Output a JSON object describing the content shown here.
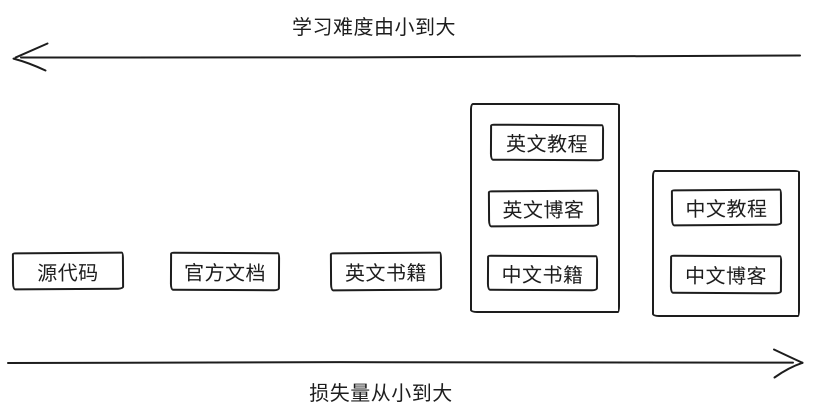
{
  "diagram": {
    "axes": {
      "top": {
        "label": "学习难度由小到大",
        "direction": "left"
      },
      "bottom": {
        "label": "损失量从小到大",
        "direction": "right"
      }
    },
    "standalone_boxes": [
      {
        "id": "source-code",
        "label": "源代码"
      },
      {
        "id": "official-docs",
        "label": "官方文档"
      },
      {
        "id": "english-books",
        "label": "英文书籍"
      }
    ],
    "groups": [
      {
        "id": "group-english-resources",
        "items": [
          {
            "id": "english-tutorial",
            "label": "英文教程"
          },
          {
            "id": "english-blog",
            "label": "英文博客"
          },
          {
            "id": "chinese-books",
            "label": "中文书籍"
          }
        ]
      },
      {
        "id": "group-chinese-resources",
        "items": [
          {
            "id": "chinese-tutorial",
            "label": "中文教程"
          },
          {
            "id": "chinese-blog",
            "label": "中文博客"
          }
        ]
      }
    ],
    "colors": {
      "stroke": "#1d1d1d",
      "background": "#ffffff"
    }
  }
}
